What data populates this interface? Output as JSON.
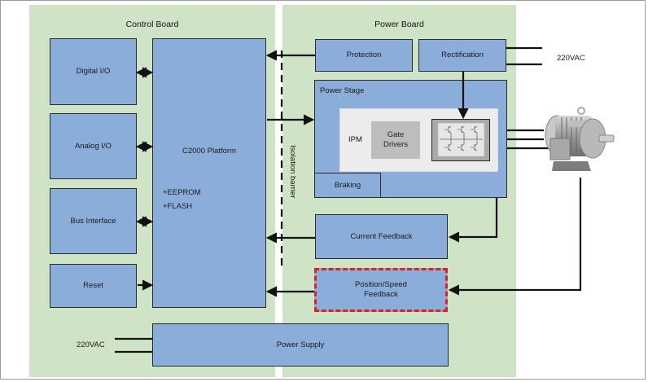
{
  "diagram": {
    "control_board": {
      "title": "Control Board",
      "blocks": {
        "digital_io": "Digital I/O",
        "analog_io": "Analog I/O",
        "bus_interface": "Bus Interface",
        "reset": "Reset",
        "platform": "C2000 Platform",
        "eeprom": "+EEPROM",
        "flash": "+FLASH"
      },
      "supply_input": "220VAC"
    },
    "isolation_barrier": "Isolation barrier",
    "power_board": {
      "title": "Power Board",
      "blocks": {
        "protection": "Protection",
        "rectification": "Rectification",
        "power_stage": "Power Stage",
        "ipm": "IPM",
        "gate_drivers_line1": "Gate",
        "gate_drivers_line2": "Drivers",
        "braking": "Braking",
        "current_feedback": "Current Feedback",
        "position_speed_line1": "Position/Speed",
        "position_speed_line2": "Feedback"
      },
      "mains_input": "220VAC"
    },
    "power_supply": "Power Supply",
    "motor": "ac-induction-motor",
    "colors": {
      "board_bg": "#cfe4c6",
      "block_fill": "#8badd9",
      "highlight_dash": "#e02020"
    }
  }
}
